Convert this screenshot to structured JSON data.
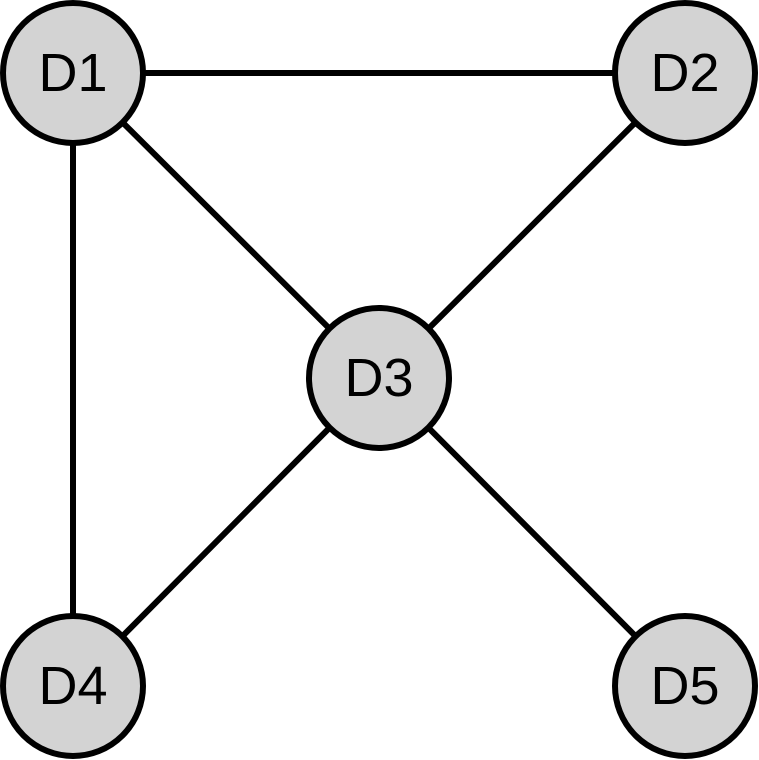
{
  "diagram": {
    "type": "undirected-graph",
    "colors": {
      "node_fill": "#d3d3d3",
      "node_stroke": "#000000",
      "edge": "#000000",
      "background": "#ffffff"
    },
    "nodes": [
      {
        "id": "D1",
        "label": "D1"
      },
      {
        "id": "D2",
        "label": "D2"
      },
      {
        "id": "D3",
        "label": "D3"
      },
      {
        "id": "D4",
        "label": "D4"
      },
      {
        "id": "D5",
        "label": "D5"
      }
    ],
    "edges": [
      {
        "from": "D1",
        "to": "D2"
      },
      {
        "from": "D1",
        "to": "D3"
      },
      {
        "from": "D1",
        "to": "D4"
      },
      {
        "from": "D2",
        "to": "D3"
      },
      {
        "from": "D3",
        "to": "D4"
      },
      {
        "from": "D3",
        "to": "D5"
      }
    ]
  }
}
